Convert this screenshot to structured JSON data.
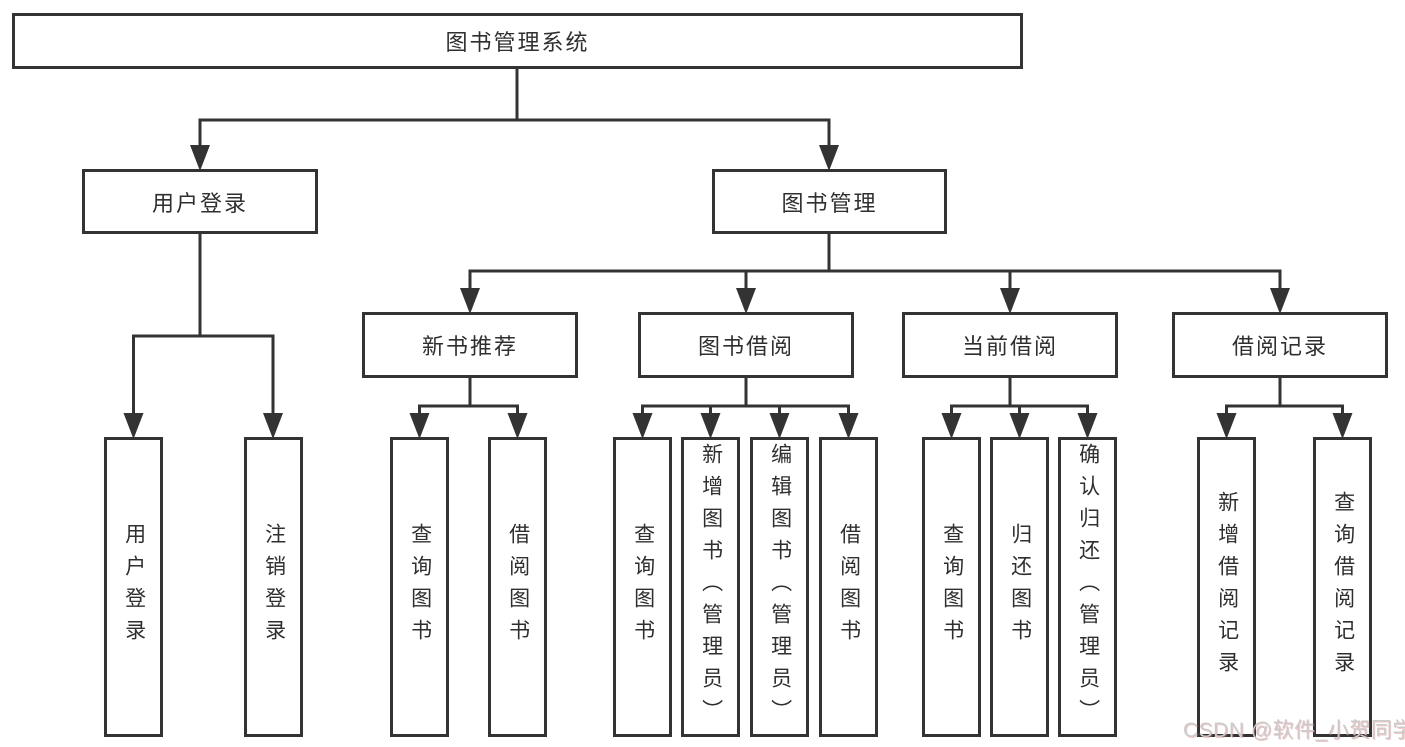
{
  "colors": {
    "line": "#333333",
    "text": "#2f2f2f",
    "background": "#ffffff",
    "watermark": "#cbcbcb"
  },
  "tree": {
    "label": "图书管理系统",
    "children": [
      {
        "label": "用户登录",
        "children": [
          {
            "label": "用户登录"
          },
          {
            "label": "注销登录"
          }
        ]
      },
      {
        "label": "图书管理",
        "children": [
          {
            "label": "新书推荐",
            "children": [
              {
                "label": "查询图书"
              },
              {
                "label": "借阅图书"
              }
            ]
          },
          {
            "label": "图书借阅",
            "children": [
              {
                "label": "查询图书"
              },
              {
                "label": "新增图书（管理员）"
              },
              {
                "label": "编辑图书（管理员）"
              },
              {
                "label": "借阅图书"
              }
            ]
          },
          {
            "label": "当前借阅",
            "children": [
              {
                "label": "查询图书"
              },
              {
                "label": "归还图书"
              },
              {
                "label": "确认归还（管理员）"
              }
            ]
          },
          {
            "label": "借阅记录",
            "children": [
              {
                "label": "新增借阅记录"
              },
              {
                "label": "查询借阅记录"
              }
            ]
          }
        ]
      }
    ]
  },
  "watermark": {
    "text": "CSDN @软件_小贺同学"
  }
}
